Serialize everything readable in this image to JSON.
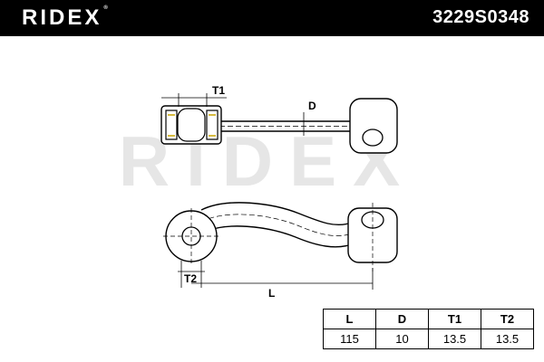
{
  "header": {
    "brand": "RIDEX",
    "part_number": "3229S0348",
    "background": "#000000",
    "text_color": "#ffffff"
  },
  "watermark": {
    "text": "RIDEX",
    "color": "#e6e6e6"
  },
  "dimension_labels": {
    "t1": "T1",
    "d": "D",
    "t2": "T2",
    "l": "L"
  },
  "specs": {
    "headers": [
      "L",
      "D",
      "T1",
      "T2"
    ],
    "values": [
      "115",
      "10",
      "13.5",
      "13.5"
    ]
  },
  "colors": {
    "bushing_accent": "#c8a400"
  }
}
